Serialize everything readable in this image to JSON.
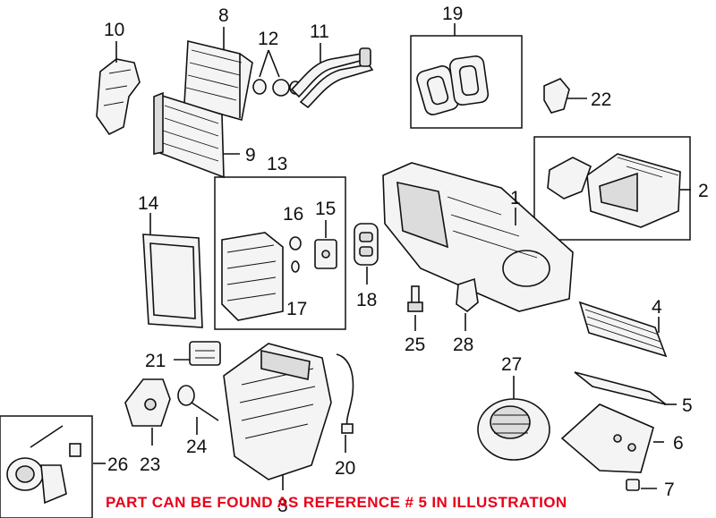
{
  "callouts": {
    "n1": "1",
    "n2": "2",
    "n3": "3",
    "n4": "4",
    "n5": "5",
    "n6": "6",
    "n7": "7",
    "n8": "8",
    "n9": "9",
    "n10": "10",
    "n11": "11",
    "n12": "12",
    "n13": "13",
    "n14": "14",
    "n15": "15",
    "n16": "16",
    "n17": "17",
    "n18": "18",
    "n19": "19",
    "n20": "20",
    "n21": "21",
    "n22": "22",
    "n23": "23",
    "n24": "24",
    "n25": "25",
    "n26": "26",
    "n27": "27",
    "n28": "28"
  },
  "footer": {
    "note": "PART CAN BE FOUND AS REFERENCE # 5 IN ILLUSTRATION",
    "note_color": "#e8001a"
  }
}
